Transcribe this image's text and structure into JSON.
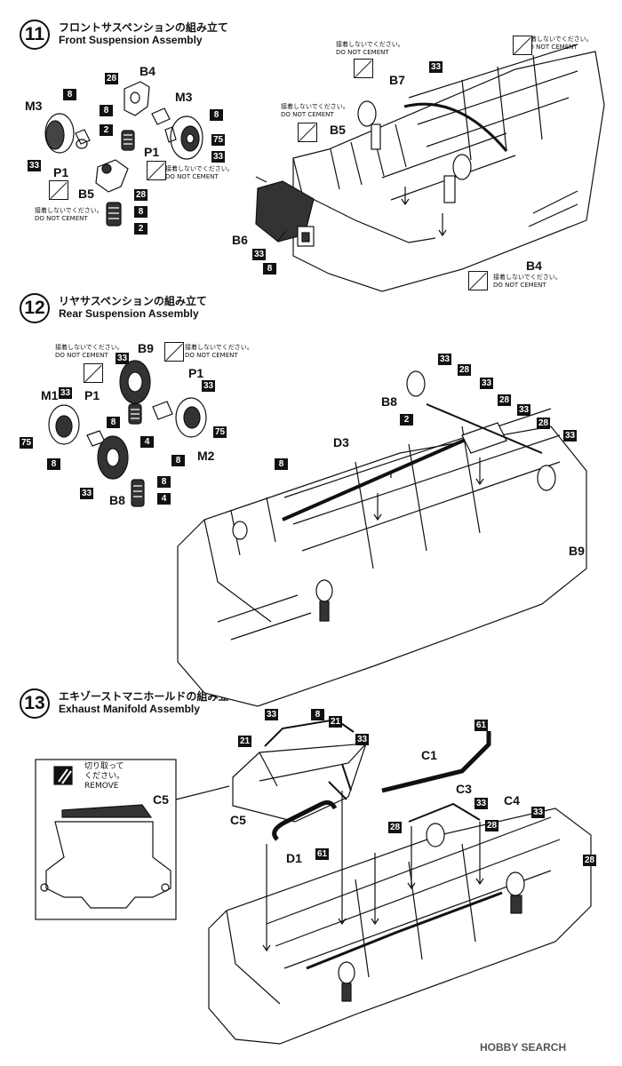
{
  "steps": [
    {
      "number": "11",
      "title_jp": "フロントサスペンションの組み立て",
      "title_en": "Front Suspension Assembly"
    },
    {
      "number": "12",
      "title_jp": "リヤサスペンションの組み立て",
      "title_en": "Rear Suspension Assembly"
    },
    {
      "number": "13",
      "title_jp": "エキゾーストマニホールドの組み立て",
      "title_en": "Exhaust Manifold Assembly"
    }
  ],
  "notes": {
    "no_cement_jp": "接着しないでください。",
    "no_cement_en": "DO NOT CEMENT",
    "cut_jp_1": "切り取って",
    "cut_jp_2": "ください。",
    "cut_en": "REMOVE"
  },
  "labels": {
    "b4": "B4",
    "m3": "M3",
    "p1": "P1",
    "b5": "B5",
    "b6": "B6",
    "b7": "B7",
    "b9": "B9",
    "m1": "M1",
    "m2": "M2",
    "b8": "B8",
    "d3": "D3",
    "c1": "C1",
    "c3": "C3",
    "c4": "C4",
    "c5": "C5",
    "d1": "D1"
  },
  "runners": {
    "r2": "2",
    "r4": "4",
    "r8": "8",
    "r21": "21",
    "r28": "28",
    "r33": "33",
    "r61": "61",
    "r75": "75"
  },
  "watermark": "HOBBY SEARCH"
}
